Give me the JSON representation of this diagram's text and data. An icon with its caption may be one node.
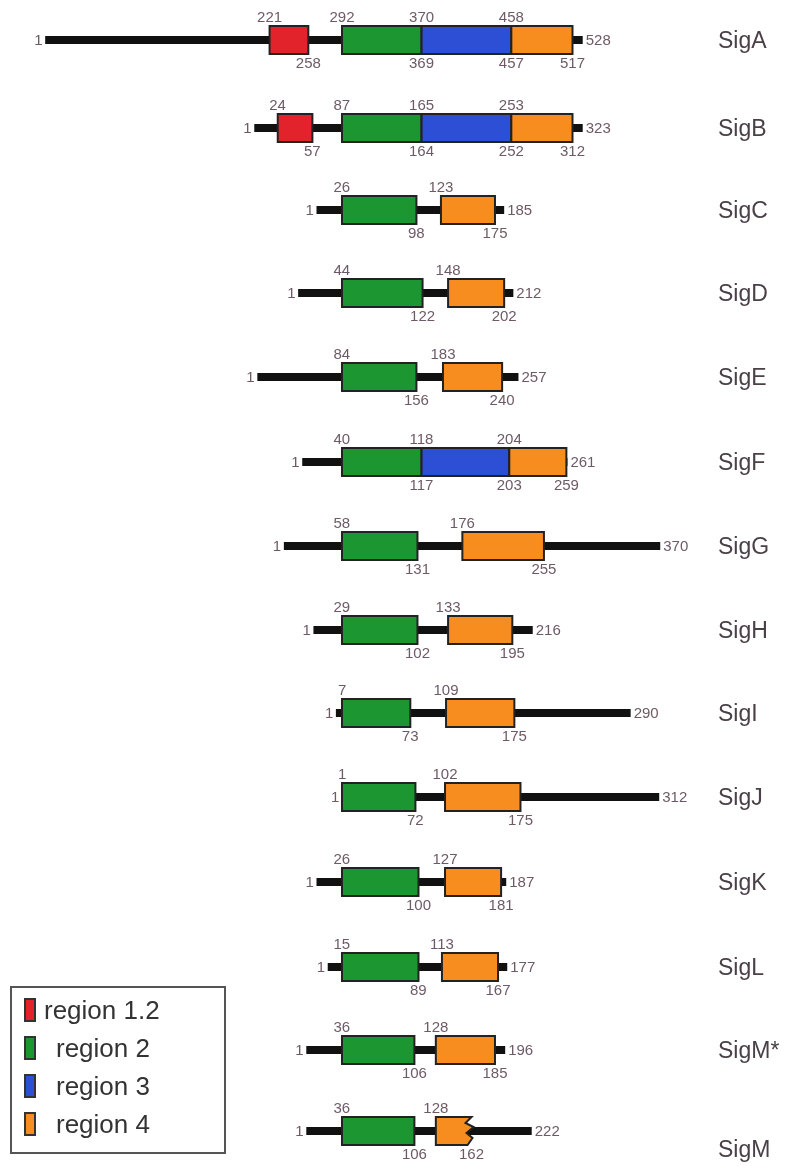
{
  "diagram": {
    "labels": [
      "221",
      "292",
      "370",
      "458",
      "1",
      "528",
      "SigA",
      "258",
      "369",
      "457",
      "517",
      "24",
      "87",
      "165",
      "253",
      "1",
      "323",
      "SigB",
      "57",
      "164",
      "252",
      "312",
      "26",
      "123",
      "1",
      "185",
      "SigC",
      "98",
      "175",
      "44",
      "148",
      "1",
      "212",
      "SigD",
      "122",
      "202",
      "84",
      "183",
      "1",
      "257",
      "SigE",
      "156",
      "240",
      "40",
      "118",
      "204",
      "1",
      "261",
      "SigF",
      "117",
      "203",
      "259",
      "58",
      "176",
      "1",
      "370",
      "SigG",
      "131",
      "255",
      "29",
      "133",
      "1",
      "216",
      "SigH",
      "102",
      "195",
      "7",
      "109",
      "1",
      "290",
      "SigI",
      "73",
      "175",
      "1",
      "102",
      "1",
      "312",
      "SigJ",
      "72",
      "175",
      "26",
      "127",
      "1",
      "187",
      "SigK",
      "100",
      "181",
      "15",
      "113",
      "1",
      "177",
      "SigL",
      "89",
      "167",
      "36",
      "128",
      "1",
      "196",
      "SigM*",
      "106",
      "185",
      "36",
      "128",
      "1",
      "222",
      "SigM",
      "106",
      "162"
    ],
    "legend": [
      {
        "text": "region 1.2",
        "color": "#e3232b"
      },
      {
        "text": "region 2",
        "color": "#1b9630"
      },
      {
        "text": "region 3",
        "color": "#2c4fd6"
      },
      {
        "text": "region 4",
        "color": "#f78c1f"
      }
    ]
  }
}
